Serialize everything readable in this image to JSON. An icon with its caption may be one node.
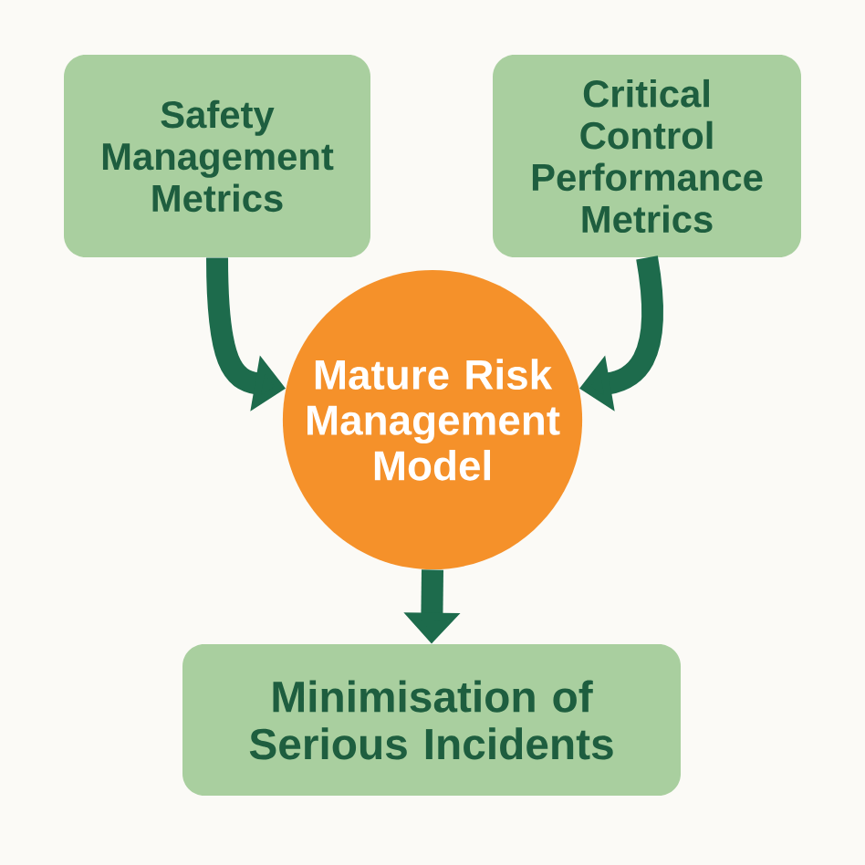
{
  "diagram": {
    "nodes": [
      {
        "text": [
          "Safety Management Metrics"
        ]
      },
      {
        "text": [
          "Critical Control Performance Metrics"
        ]
      },
      {
        "text": [
          "Mature Risk Management Model"
        ]
      },
      {
        "text": [
          "Minimisation of Serious Incidents"
        ]
      }
    ],
    "edges": [
      {
        "from": 0,
        "to": 2,
        "arrow": "to"
      },
      {
        "from": 1,
        "to": 2,
        "arrow": "to"
      },
      {
        "from": 2,
        "to": 3,
        "arrow": "to"
      }
    ]
  }
}
